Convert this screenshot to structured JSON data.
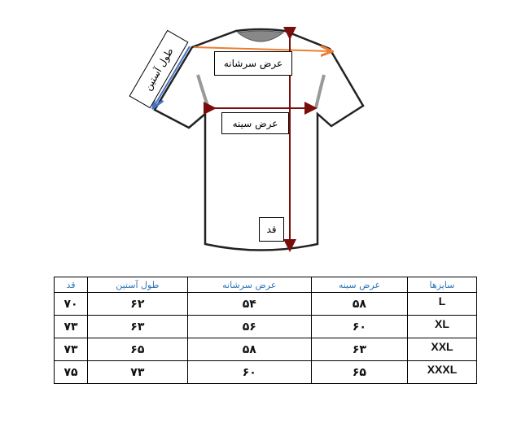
{
  "diagram": {
    "labels": {
      "shoulder_width": "عرض سرشانه",
      "chest_width": "عرض سینه",
      "sleeve_length": "طول آستین",
      "height": "قد"
    },
    "colors": {
      "shoulder_arrow": "#ed7d31",
      "sleeve_arrow": "#4472c4",
      "chest_arrow": "#7b0c0c",
      "height_arrow": "#7b0c0c",
      "header_text": "#2e74b5"
    }
  },
  "table": {
    "headers": [
      "سایزها",
      "عرض سینه",
      "عرض سرشانه",
      "طول آستین",
      "قد"
    ],
    "rows": [
      [
        "L",
        "۵۸",
        "۵۴",
        "۶۲",
        "۷۰"
      ],
      [
        "XL",
        "۶۰",
        "۵۶",
        "۶۳",
        "۷۳"
      ],
      [
        "XXL",
        "۶۳",
        "۵۸",
        "۶۵",
        "۷۳"
      ],
      [
        "XXXL",
        "۶۵",
        "۶۰",
        "۷۳",
        "۷۵"
      ]
    ]
  }
}
